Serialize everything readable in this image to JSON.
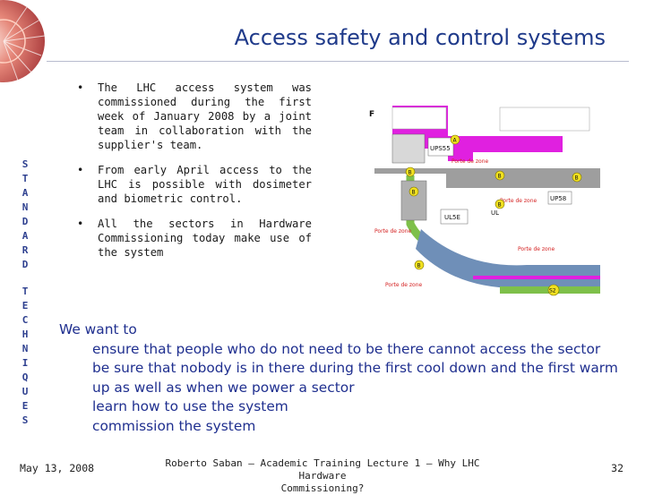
{
  "header": {
    "title": "Access safety and control systems"
  },
  "sidebar": {
    "standard": [
      "S",
      "T",
      "A",
      "N",
      "D",
      "A",
      "R",
      "D"
    ],
    "techniques": [
      "T",
      "E",
      "C",
      "H",
      "N",
      "I",
      "Q",
      "U",
      "E",
      "S"
    ]
  },
  "bullets": [
    "The LHC access system was commissioned during the first week of January 2008 by a joint team in collaboration with the supplier's team.",
    "From early April access to the LHC is possible with dosimeter and biometric control.",
    "All the sectors in Hardware Commissioning today make use of the system"
  ],
  "diagram": {
    "letter": "F",
    "zones": {
      "usc": "UPS55",
      "ul": "UL",
      "uls": "UL5E",
      "usr": "UP58"
    },
    "point_labels": [
      "Porte de zone",
      "Porte de zone",
      "Porte de zone",
      "Porte de zone",
      "Porte de zone"
    ],
    "markers": [
      "A",
      "B",
      "B",
      "B",
      "B",
      "B",
      "B",
      "S2"
    ]
  },
  "body": {
    "lead": "We want to",
    "items": [
      "ensure that people who do not need to be there cannot access the sector",
      "be sure that nobody is in there during the first cool down and the first warm up as well as when we power a sector",
      "learn how to use the system",
      "commission the system"
    ]
  },
  "footer": {
    "date": "May 13, 2008",
    "center_line1": "Roberto Saban – Academic Training Lecture 1 – Why LHC Hardware",
    "center_line2": "Commissioning?",
    "page": "32"
  },
  "colors": {
    "title": "#1f3a8a",
    "body_blue": "#1f2f8f",
    "magenta": "#e020e0",
    "green": "#7ec04a",
    "yellow": "#f0e020",
    "gray": "#a0a0a0"
  }
}
